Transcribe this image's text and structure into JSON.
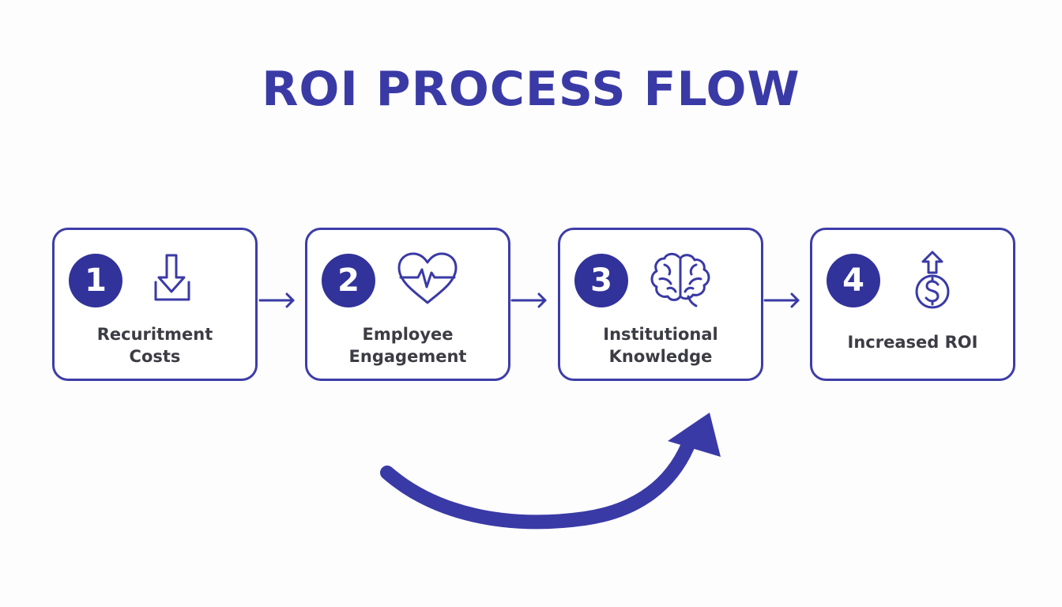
{
  "title": "ROI PROCESS FLOW",
  "colors": {
    "primary": "#3a3aa6",
    "badge": "#32329b",
    "label_text": "#3c3c44",
    "background": "#fdfdfe"
  },
  "steps": [
    {
      "number": "1",
      "label": "Recuritment\nCosts",
      "icon": "download-icon"
    },
    {
      "number": "2",
      "label": "Employee\nEngagement",
      "icon": "heart-pulse-icon"
    },
    {
      "number": "3",
      "label": "Institutional\nKnowledge",
      "icon": "brain-icon"
    },
    {
      "number": "4",
      "label": "Increased ROI",
      "icon": "money-growth-icon"
    }
  ],
  "connectors": [
    "arrow-right-icon",
    "arrow-right-icon",
    "arrow-right-icon"
  ],
  "decoration": {
    "icon": "curved-arrow-icon"
  }
}
